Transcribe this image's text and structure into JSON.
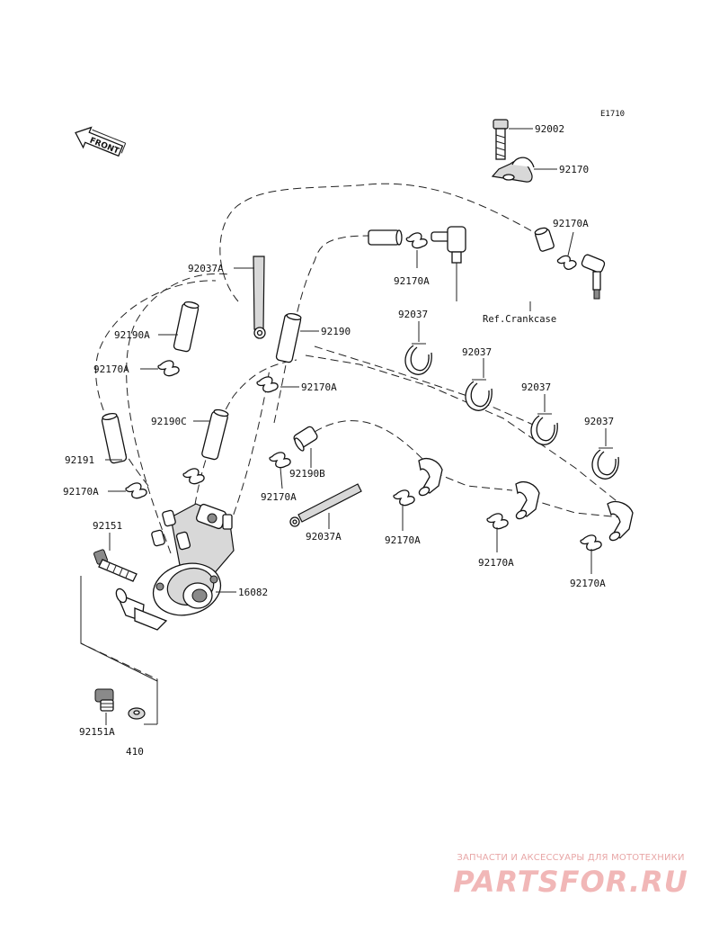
{
  "diagram_code": "E1710",
  "front_label": "FRONT",
  "reference_note": "Ref.Crankcase",
  "assembly_number": "410",
  "parts": {
    "bolt_92002": "92002",
    "clamp_92170_top": "92170",
    "clip_92170A_upper_right": "92170A",
    "clip_92170A_upper_mid": "92170A",
    "clamp_92037A_upper": "92037A",
    "hose_92190": "92190",
    "hose_92190A": "92190A",
    "clip_92170A_left": "92170A",
    "clip_92170A_center": "92170A",
    "hose_92190C": "92190C",
    "hose_92191": "92191",
    "clip_92170A_lower_left": "92170A",
    "hose_92190B": "92190B",
    "clip_92170A_lower_center": "92170A",
    "clamp_92037A_lower": "92037A",
    "bolt_92151": "92151",
    "pump_16082": "16082",
    "bolt_92151A": "92151A",
    "clamp_92037_1": "92037",
    "clamp_92037_2": "92037",
    "clamp_92037_3": "92037",
    "clamp_92037_4": "92037",
    "clip_92170A_line1": "92170A",
    "clip_92170A_line2": "92170A",
    "clip_92170A_line3": "92170A"
  },
  "watermark": {
    "subtitle": "ЗАПЧАСТИ И АКСЕССУАРЫ ДЛЯ МОТОТЕХНИКИ",
    "logo": "PARTSFOR.RU"
  }
}
